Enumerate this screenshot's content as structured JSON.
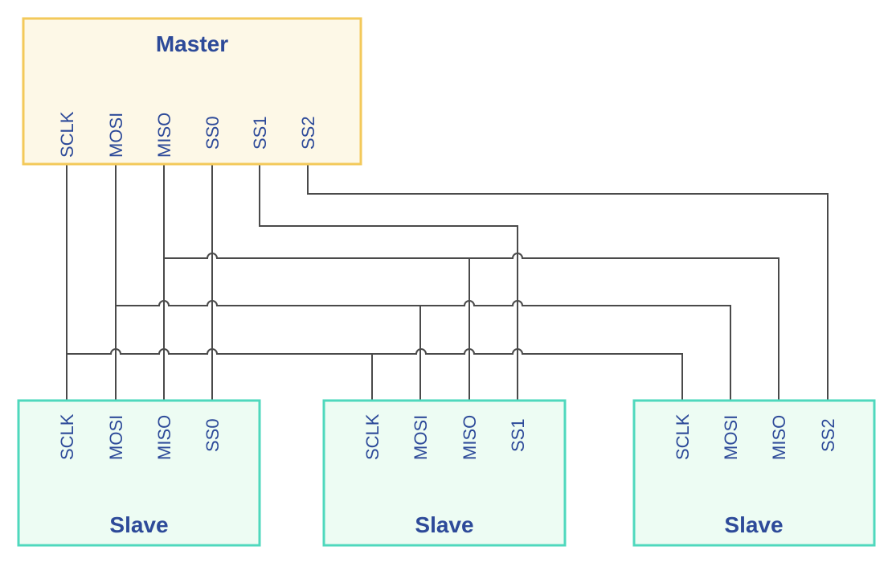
{
  "colors": {
    "master_fill": "#fdf8e7",
    "master_border": "#f3c95a",
    "slave_fill": "#edfcf3",
    "slave_border": "#4fd8bd",
    "text": "#2d4a99",
    "wire": "#4a4a4a"
  },
  "master": {
    "title": "Master",
    "pins": [
      "SCLK",
      "MOSI",
      "MISO",
      "SS0",
      "SS1",
      "SS2"
    ]
  },
  "slaves": [
    {
      "title": "Slave",
      "pins": [
        "SCLK",
        "MOSI",
        "MISO",
        "SS0"
      ]
    },
    {
      "title": "Slave",
      "pins": [
        "SCLK",
        "MOSI",
        "MISO",
        "SS1"
      ]
    },
    {
      "title": "Slave",
      "pins": [
        "SCLK",
        "MOSI",
        "MISO",
        "SS2"
      ]
    }
  ],
  "connections": [
    {
      "from": "master.SCLK",
      "to": [
        "slave1.SCLK",
        "slave2.SCLK",
        "slave3.SCLK"
      ]
    },
    {
      "from": "master.MOSI",
      "to": [
        "slave1.MOSI",
        "slave2.MOSI",
        "slave3.MOSI"
      ]
    },
    {
      "from": "master.MISO",
      "to": [
        "slave1.MISO",
        "slave2.MISO",
        "slave3.MISO"
      ]
    },
    {
      "from": "master.SS0",
      "to": [
        "slave1.SS0"
      ]
    },
    {
      "from": "master.SS1",
      "to": [
        "slave2.SS1"
      ]
    },
    {
      "from": "master.SS2",
      "to": [
        "slave3.SS2"
      ]
    }
  ]
}
